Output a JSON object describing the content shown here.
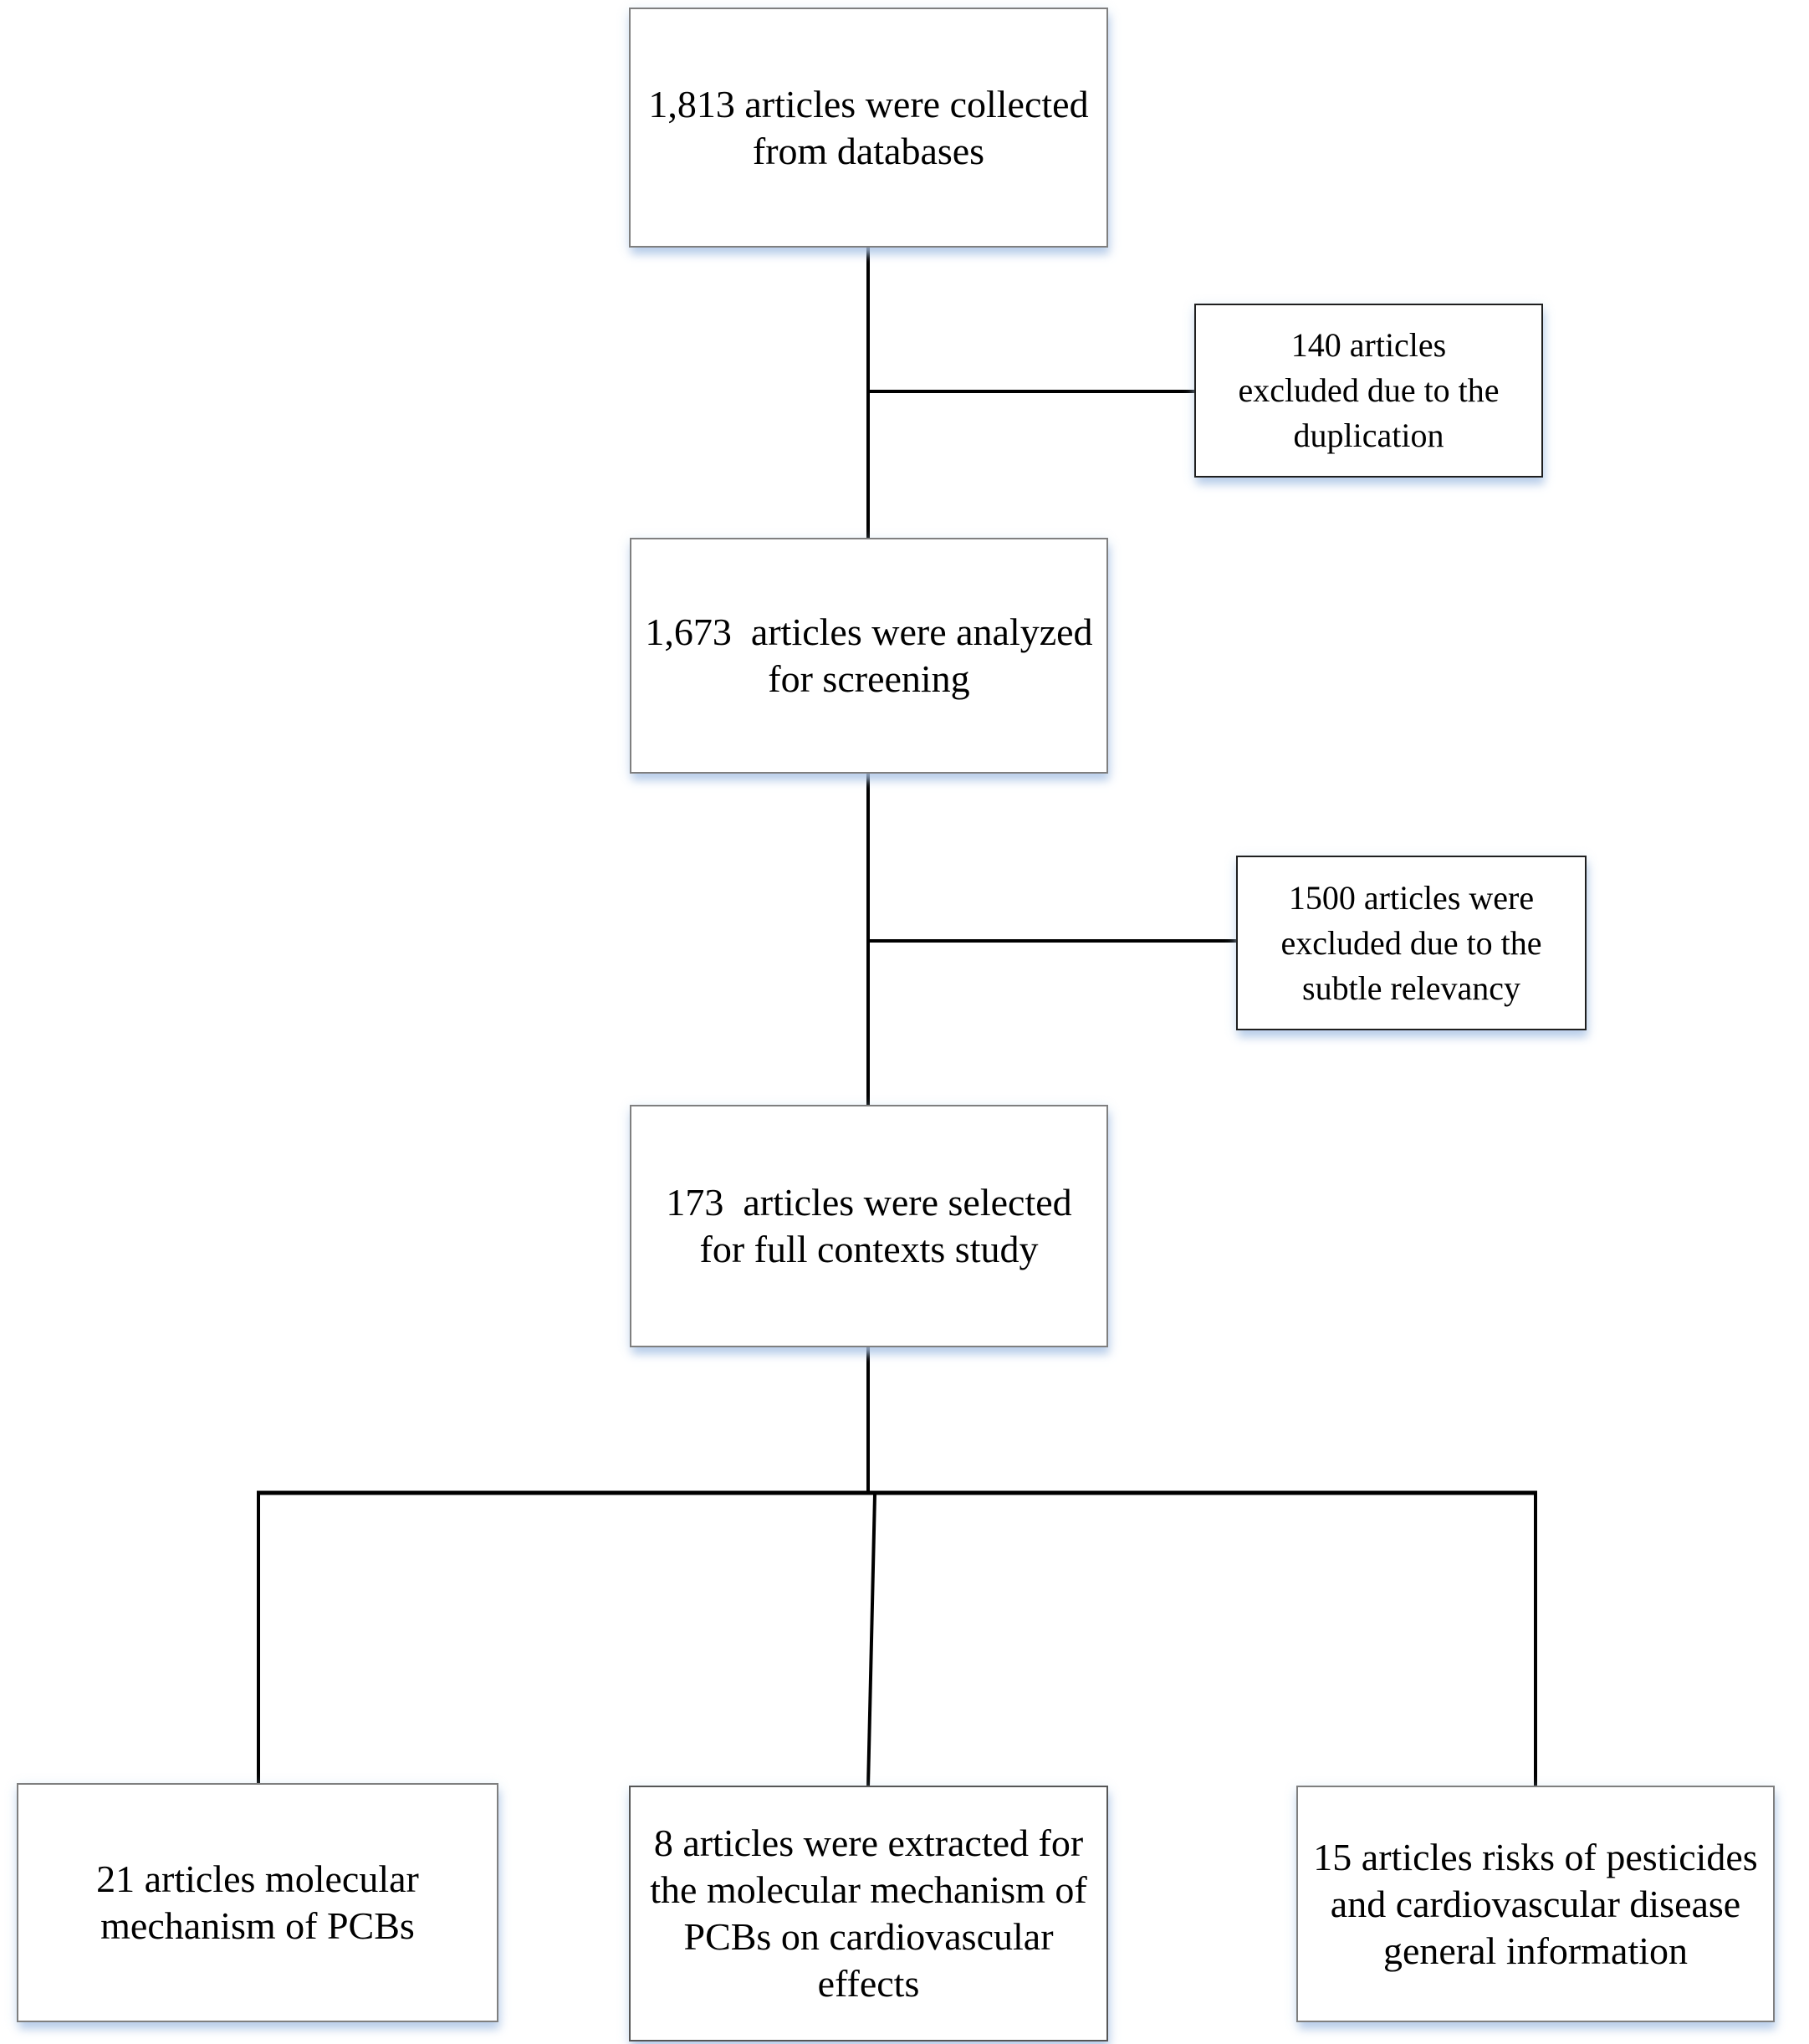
{
  "diagram": {
    "type": "flowchart",
    "background_color": "#ffffff",
    "connector_color": "#000000",
    "box_fill": "#ffffff",
    "box_border_color": "#7f7f7f",
    "side_box_border_color": "#1f1f1f",
    "shadow_tint": "#a8c2e4"
  },
  "boxes": [
    {
      "id": "collected",
      "lines": [
        "1,813 articles were collected",
        "from databases"
      ]
    },
    {
      "id": "excluded-duplication",
      "lines": [
        "140 articles",
        "excluded due to the",
        "duplication"
      ]
    },
    {
      "id": "screening",
      "lines": [
        "1,673  articles were analyzed",
        "for screening"
      ]
    },
    {
      "id": "excluded-relevancy",
      "lines": [
        "1500 articles were",
        "excluded due to the",
        "subtle relevancy"
      ]
    },
    {
      "id": "fulltext",
      "lines": [
        "173  articles were selected",
        "for full contexts study"
      ]
    },
    {
      "id": "mechanism-pcbs",
      "lines": [
        "21 articles molecular",
        "mechanism of PCBs"
      ]
    },
    {
      "id": "extracted-cardio",
      "lines": [
        "8 articles were extracted for",
        "the molecular mechanism of",
        "PCBs on cardiovascular",
        "effects"
      ]
    },
    {
      "id": "pesticides-info",
      "lines": [
        "15 articles risks of pesticides",
        "and cardiovascular disease",
        "general information"
      ]
    }
  ]
}
